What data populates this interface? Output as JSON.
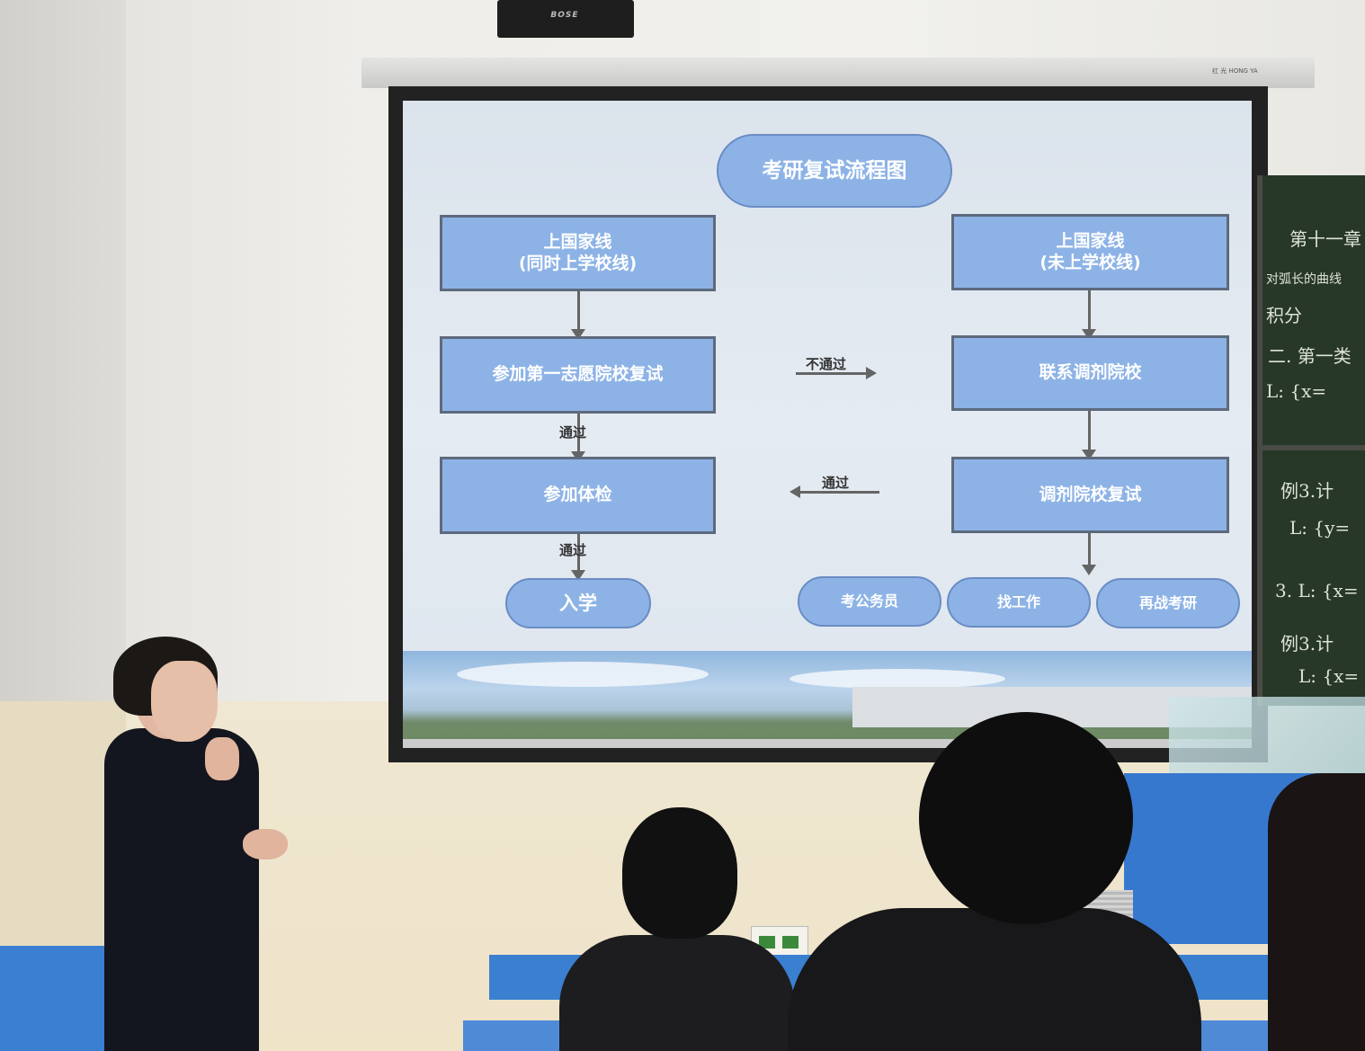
{
  "speaker_brand": "BOSE",
  "housing_brand": "红 光 HONG YA",
  "slide": {
    "title": "考研复试流程图",
    "left_top_line1": "上国家线",
    "left_top_line2": "(同时上学校线)",
    "left_mid": "参加第一志愿院校复试",
    "left_exam": "参加体检",
    "left_end": "入学",
    "right_top_line1": "上国家线",
    "right_top_line2": "(未上学校线)",
    "right_mid": "联系调剂院校",
    "right_retest": "调剂院校复试",
    "outcomes": [
      "考公务员",
      "找工作",
      "再战考研"
    ],
    "label_fail": "不通过",
    "label_pass_1": "通过",
    "label_pass_2": "通过",
    "label_pass_3": "通过"
  },
  "blackboard": {
    "line1": "第十一章",
    "line2": "对弧长的曲线",
    "line3": "积分",
    "line4": "二. 第一类",
    "line5": "L: {x=",
    "line6": "例3.计",
    "line7": "L: {y=",
    "line8": "3. L: {x=",
    "line9": "例3.计",
    "line10": "L: {x="
  }
}
